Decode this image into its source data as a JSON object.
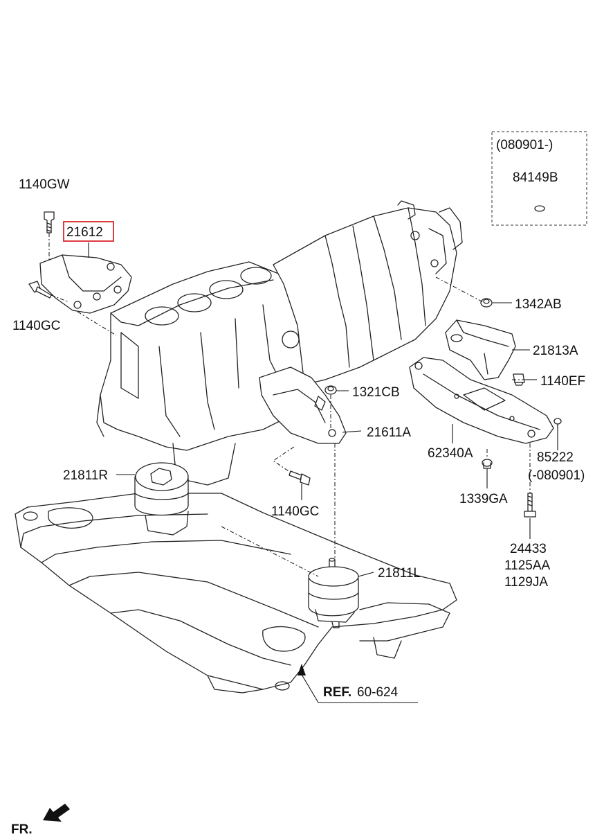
{
  "labels": {
    "p1140GW": "1140GW",
    "p21612": "21612",
    "p1140GC_left": "1140GC",
    "p1342AB": "1342AB",
    "p21813A": "21813A",
    "p1140EF": "1140EF",
    "p1321CB": "1321CB",
    "p21611A": "21611A",
    "p62340A": "62340A",
    "p85222": "85222",
    "p85222_range": "(-080901)",
    "p1339GA": "1339GA",
    "p21811R": "21811R",
    "p1140GC_mid": "1140GC",
    "p24433": "24433",
    "p1125AA": "1125AA",
    "p1129JA": "1129JA",
    "p21811L": "21811L",
    "ref_prefix": "REF.",
    "ref_value": "60-624",
    "box_range": "(080901-)",
    "box_part": "84149B",
    "fr": "FR."
  },
  "highlight_color": "#d8262e"
}
